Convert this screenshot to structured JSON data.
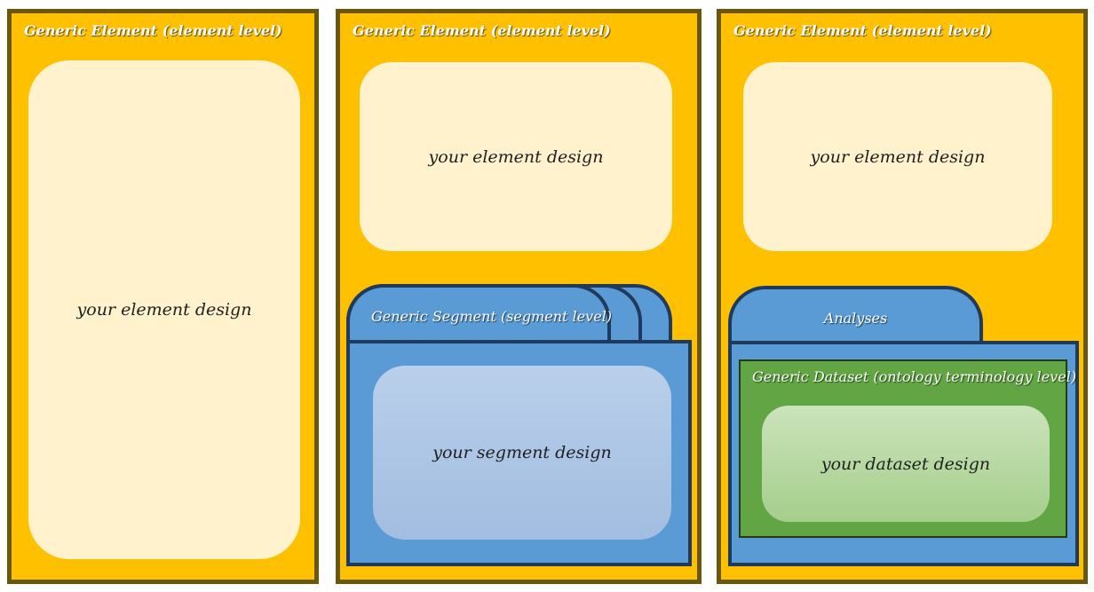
{
  "panels": [
    {
      "title": "Generic Element (element level)",
      "element_design": "your element design"
    },
    {
      "title": "Generic Element (element level)",
      "element_design": "your element design",
      "segment": {
        "title": "Generic Segment (segment level)",
        "design": "your segment design"
      }
    },
    {
      "title": "Generic Element (element level)",
      "element_design": "your element design",
      "analyses_tab": "Analyses",
      "dataset": {
        "title": "Generic Dataset (ontology terminology level)",
        "design": "your dataset design"
      }
    }
  ],
  "colors": {
    "element_fill": "#FFC000",
    "element_border": "#69580A",
    "element_inner_fill": "#FFF2CC",
    "segment_fill": "#5B9BD5",
    "segment_border": "#1F3A5C",
    "segment_inner_top": "#B9CFEA",
    "segment_inner_bottom": "#A2BDE0",
    "dataset_fill": "#61A544",
    "dataset_border": "#233A12",
    "dataset_inner_top": "#CBE3BB",
    "dataset_inner_bottom": "#A5CE8B",
    "label_text": "#FFFFFF",
    "design_text": "#1F1F1F"
  }
}
